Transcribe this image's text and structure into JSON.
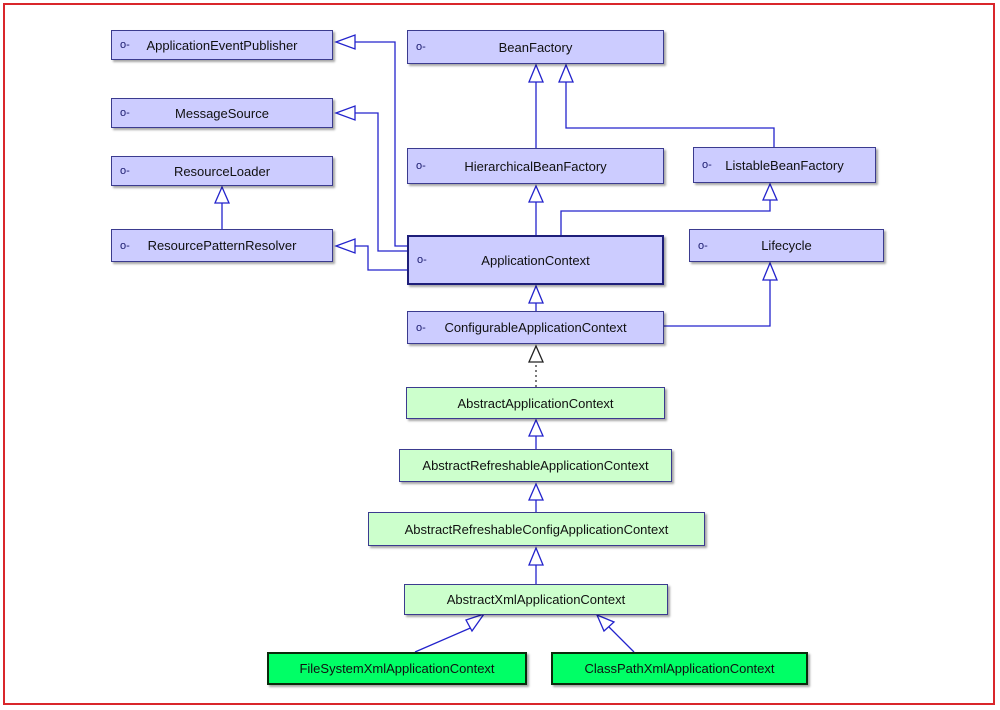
{
  "diagram": {
    "nodes": {
      "application_event_publisher": {
        "label": "ApplicationEventPublisher",
        "kind": "interface"
      },
      "message_source": {
        "label": "MessageSource",
        "kind": "interface"
      },
      "resource_loader": {
        "label": "ResourceLoader",
        "kind": "interface"
      },
      "resource_pattern_resolver": {
        "label": "ResourcePatternResolver",
        "kind": "interface"
      },
      "bean_factory": {
        "label": "BeanFactory",
        "kind": "interface"
      },
      "hierarchical_bean_factory": {
        "label": "HierarchicalBeanFactory",
        "kind": "interface"
      },
      "listable_bean_factory": {
        "label": "ListableBeanFactory",
        "kind": "interface"
      },
      "application_context": {
        "label": "ApplicationContext",
        "kind": "interface"
      },
      "lifecycle": {
        "label": "Lifecycle",
        "kind": "interface"
      },
      "configurable_application_context": {
        "label": "ConfigurableApplicationContext",
        "kind": "interface"
      },
      "abstract_application_context": {
        "label": "AbstractApplicationContext",
        "kind": "abstract-class"
      },
      "abstract_refreshable_application_context": {
        "label": "AbstractRefreshableApplicationContext",
        "kind": "abstract-class"
      },
      "abstract_refreshable_config_application_context": {
        "label": "AbstractRefreshableConfigApplicationContext",
        "kind": "abstract-class"
      },
      "abstract_xml_application_context": {
        "label": "AbstractXmlApplicationContext",
        "kind": "abstract-class"
      },
      "file_system_xml_application_context": {
        "label": "FileSystemXmlApplicationContext",
        "kind": "class"
      },
      "class_path_xml_application_context": {
        "label": "ClassPathXmlApplicationContext",
        "kind": "class"
      }
    },
    "edges": [
      {
        "from": "application_context",
        "to": "application_event_publisher",
        "type": "generalization"
      },
      {
        "from": "application_context",
        "to": "message_source",
        "type": "generalization"
      },
      {
        "from": "application_context",
        "to": "resource_pattern_resolver",
        "type": "generalization"
      },
      {
        "from": "resource_pattern_resolver",
        "to": "resource_loader",
        "type": "generalization"
      },
      {
        "from": "hierarchical_bean_factory",
        "to": "bean_factory",
        "type": "generalization"
      },
      {
        "from": "listable_bean_factory",
        "to": "bean_factory",
        "type": "generalization"
      },
      {
        "from": "application_context",
        "to": "hierarchical_bean_factory",
        "type": "generalization"
      },
      {
        "from": "application_context",
        "to": "listable_bean_factory",
        "type": "generalization"
      },
      {
        "from": "configurable_application_context",
        "to": "application_context",
        "type": "generalization"
      },
      {
        "from": "configurable_application_context",
        "to": "lifecycle",
        "type": "generalization"
      },
      {
        "from": "abstract_application_context",
        "to": "configurable_application_context",
        "type": "realization"
      },
      {
        "from": "abstract_refreshable_application_context",
        "to": "abstract_application_context",
        "type": "generalization"
      },
      {
        "from": "abstract_refreshable_config_application_context",
        "to": "abstract_refreshable_application_context",
        "type": "generalization"
      },
      {
        "from": "abstract_xml_application_context",
        "to": "abstract_refreshable_config_application_context",
        "type": "generalization"
      },
      {
        "from": "file_system_xml_application_context",
        "to": "abstract_xml_application_context",
        "type": "generalization"
      },
      {
        "from": "class_path_xml_application_context",
        "to": "abstract_xml_application_context",
        "type": "generalization"
      }
    ],
    "interface_glyph": "o-",
    "colors": {
      "interface_fill": "#ccccff",
      "abstract_fill": "#ccffcc",
      "concrete_fill": "#00ff66",
      "edge": "#2323cc",
      "border_frame": "#d9262b"
    }
  }
}
